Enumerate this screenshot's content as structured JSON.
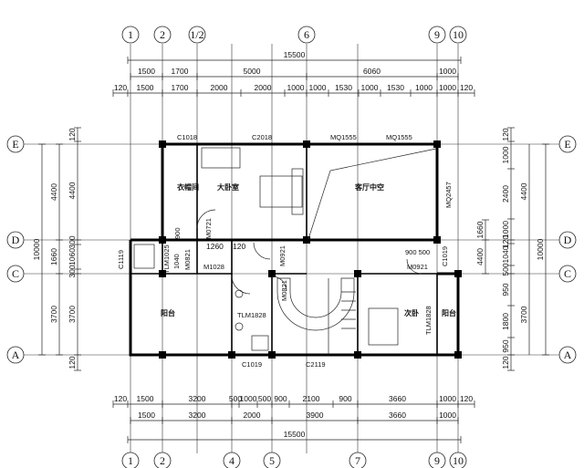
{
  "axes": {
    "top": [
      "1",
      "2",
      "1/2",
      "6",
      "9",
      "10"
    ],
    "bottom": [
      "1",
      "2",
      "4",
      "5",
      "7",
      "9",
      "10"
    ],
    "left": [
      "E",
      "D",
      "C",
      "A"
    ],
    "right": [
      "E",
      "D",
      "C",
      "A"
    ]
  },
  "dimensions": {
    "top_total": "15500",
    "top_row2": [
      "1500",
      "1700",
      "5000",
      "6060",
      "1000"
    ],
    "top_row3": [
      "120",
      "1500",
      "1700",
      "2000",
      "2000",
      "1000",
      "1000",
      "1530",
      "1000",
      "1530",
      "1000",
      "1000",
      "120"
    ],
    "bottom_row1": [
      "120",
      "1500",
      "3200",
      "500",
      "1000",
      "500",
      "900",
      "2100",
      "900",
      "3660",
      "1000",
      "120"
    ],
    "bottom_row2": [
      "1500",
      "3200",
      "2000",
      "3900",
      "3660",
      "1000"
    ],
    "bottom_total": "15500",
    "left_outer": [
      "10000"
    ],
    "left_mid": [
      "4400",
      "1660",
      "3700"
    ],
    "left_inner": [
      "120",
      "4400",
      "300",
      "1060",
      "300",
      "3700",
      "120"
    ],
    "right_inner": [
      "120",
      "1000",
      "2400",
      "1000",
      "120",
      "1040",
      "500",
      "950",
      "1800",
      "950",
      "120"
    ],
    "right_mid": [
      "1660",
      "4400",
      "3700"
    ],
    "right_outer": [
      "10000"
    ]
  },
  "rooms": {
    "cloakroom": "衣帽间",
    "master_bedroom": "大卧室",
    "living_void": "客厅中空",
    "balcony_left": "阳台",
    "second_bedroom": "次卧",
    "balcony_right": "阳台"
  },
  "openings": {
    "c1018": "C1018",
    "c2018": "C2018",
    "mq1555_a": "MQ1555",
    "mq1555_b": "MQ1555",
    "mq2457": "MQ2457",
    "m0721": "M0721",
    "dim_1260": "1260",
    "dim_120": "120",
    "m0921_a": "M0921",
    "dim_900_500": "900 500",
    "m0921_b": "M0921",
    "c1019_right": "C1019",
    "c1119": "C1119",
    "m1028": "M1028",
    "m0821_a": "M0821",
    "m0821_b": "M0821",
    "tlm1025": "TLM1025",
    "dim_1040": "1040",
    "dim_900": "900",
    "tlm1828_a": "TLM1828",
    "tlm1828_b": "TLM1828",
    "c1019_bottom": "C1019",
    "c2119": "C2119"
  }
}
